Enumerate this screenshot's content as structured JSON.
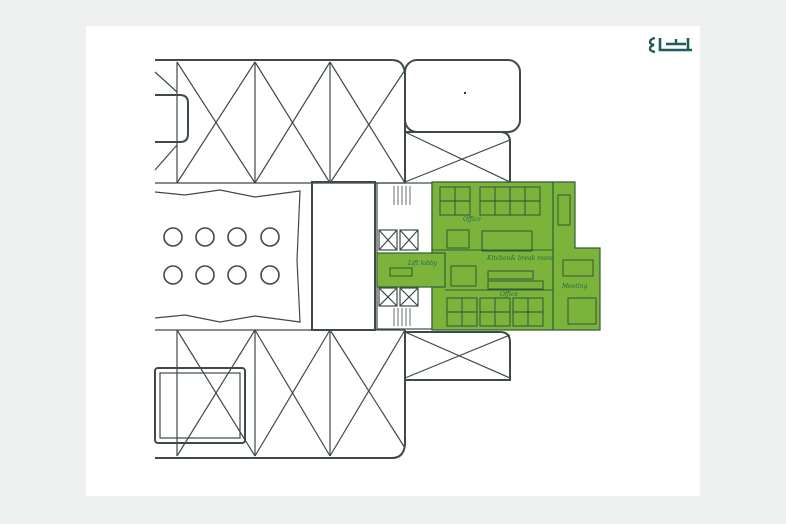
{
  "floor_plan": {
    "rooms": {
      "office_north": "Office",
      "kitchen": "Kitchen& break room",
      "lift_lobby": "Lift lobby",
      "meeting": "Meeting",
      "office_south": "Office"
    },
    "colors": {
      "highlight": "#7cb33a",
      "lines": "#3f4a48",
      "brand": "#1f5c5a"
    },
    "logo_icon": "brand-logo-icon"
  }
}
